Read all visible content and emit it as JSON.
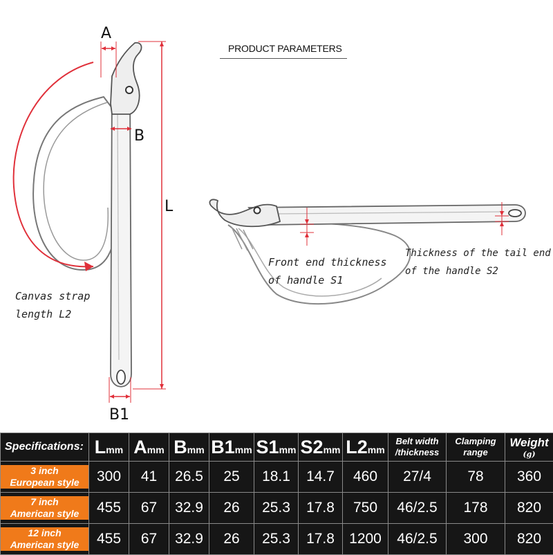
{
  "labels": {
    "A": "A",
    "B": "B",
    "L": "L",
    "B1": "B1",
    "title": "PRODUCT PARAMETERS",
    "canvas_strap_line1": "Canvas strap",
    "canvas_strap_line2": "length L2",
    "front_line1": "Front end thickness",
    "front_line2": "of handle S1",
    "tail_line1": "Thickness of the tail end",
    "tail_line2": "of the handle S2"
  },
  "table": {
    "corner": "Specifications:",
    "headers": [
      {
        "main": "L",
        "sub": "mm"
      },
      {
        "main": "A",
        "sub": "mm"
      },
      {
        "main": "B",
        "sub": "mm"
      },
      {
        "main": "B1",
        "sub": "mm"
      },
      {
        "main": "S1",
        "sub": "mm"
      },
      {
        "main": "S2",
        "sub": "mm"
      },
      {
        "main": "L2",
        "sub": "mm"
      }
    ],
    "belt": {
      "line1": "Belt width",
      "line2": "/thickness"
    },
    "clamping": {
      "line1": "Clamping",
      "line2": "range"
    },
    "weight": {
      "line1": "Weight",
      "line2": "(g)"
    },
    "rows": [
      {
        "name1": "3 inch",
        "name2": "European style",
        "values": [
          "300",
          "41",
          "26.5",
          "25",
          "18.1",
          "14.7",
          "460",
          "27/4",
          "78",
          "360"
        ]
      },
      {
        "name1": "7 inch",
        "name2": "American style",
        "values": [
          "455",
          "67",
          "32.9",
          "26",
          "25.3",
          "17.8",
          "750",
          "46/2.5",
          "178",
          "820"
        ]
      },
      {
        "name1": "12 inch",
        "name2": "American style",
        "values": [
          "455",
          "67",
          "32.9",
          "26",
          "25.3",
          "17.8",
          "1200",
          "46/2.5",
          "300",
          "820"
        ]
      }
    ]
  },
  "colors": {
    "dimension_red": "#e0303a",
    "row_orange": "#f07a1a",
    "table_bg": "#161616"
  }
}
